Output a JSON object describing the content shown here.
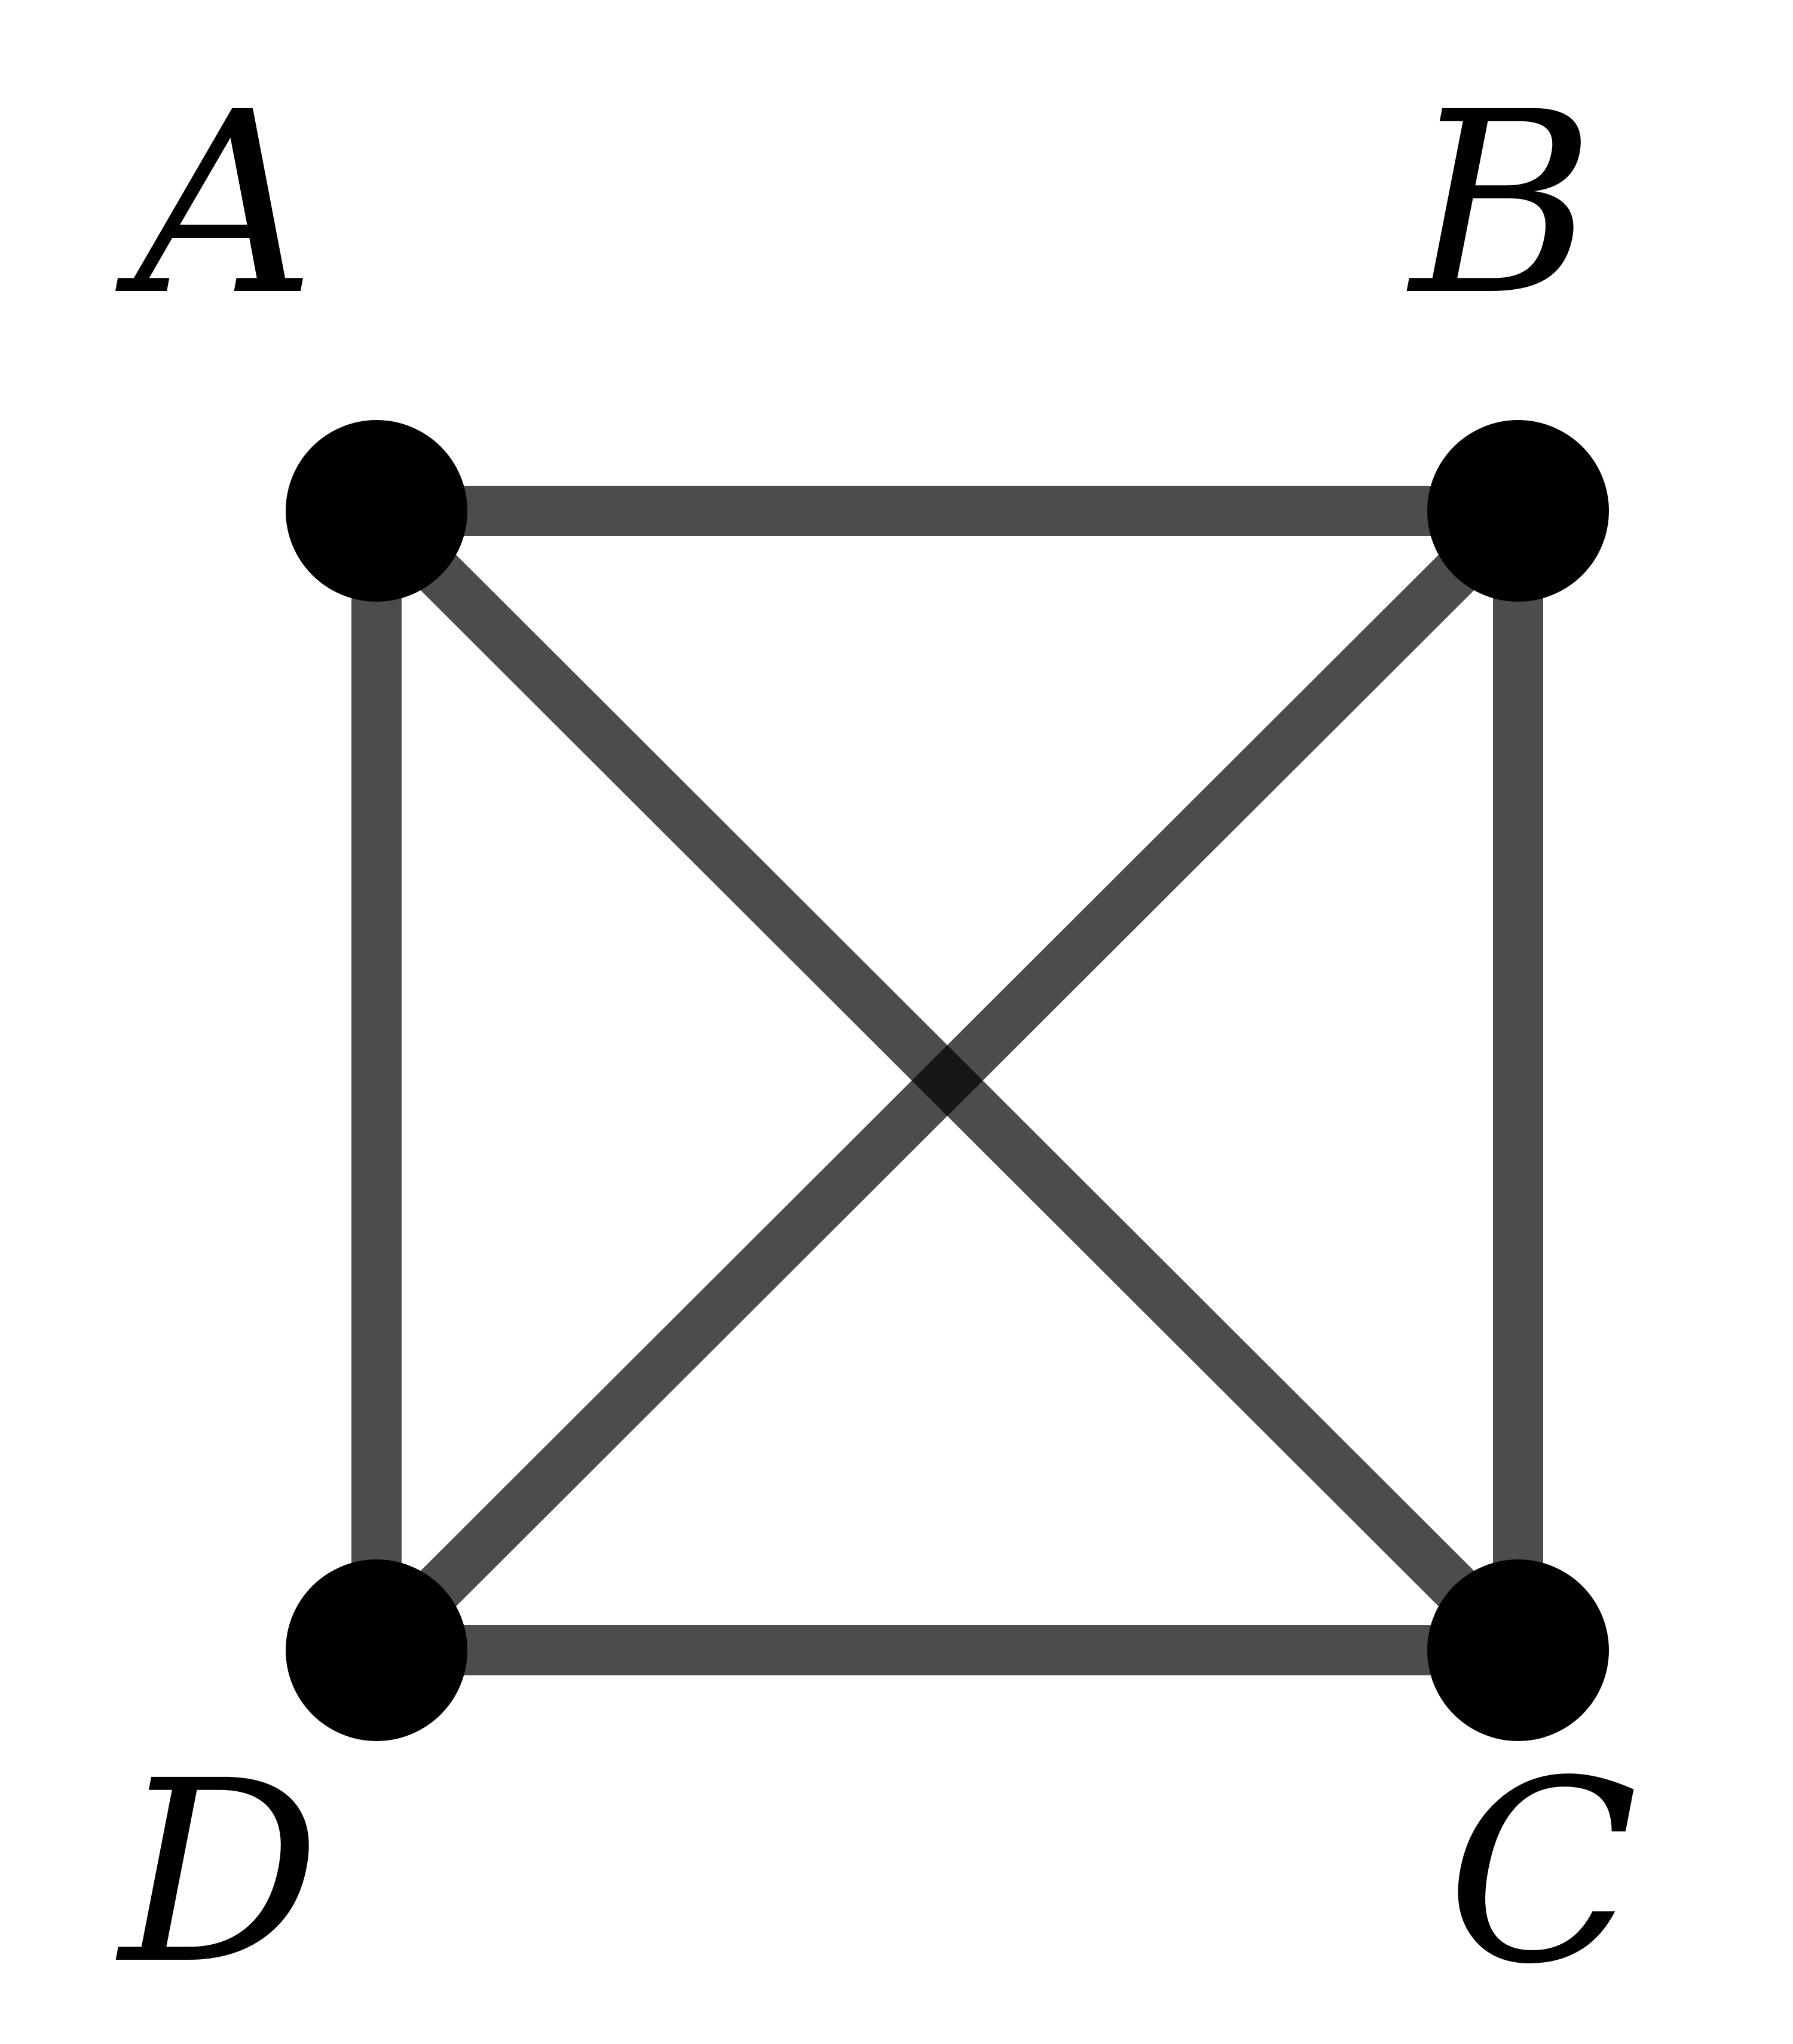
{
  "graph": {
    "vertices": [
      {
        "id": "A",
        "label": "A"
      },
      {
        "id": "B",
        "label": "B"
      },
      {
        "id": "C",
        "label": "C"
      },
      {
        "id": "D",
        "label": "D"
      }
    ],
    "edges": [
      {
        "from": "A",
        "to": "B"
      },
      {
        "from": "B",
        "to": "C"
      },
      {
        "from": "C",
        "to": "D"
      },
      {
        "from": "D",
        "to": "A"
      },
      {
        "from": "A",
        "to": "C"
      },
      {
        "from": "B",
        "to": "D"
      }
    ],
    "colors": {
      "edge": "#000000",
      "vertex": "#000000",
      "label": "#000000",
      "background": "#ffffff"
    }
  }
}
